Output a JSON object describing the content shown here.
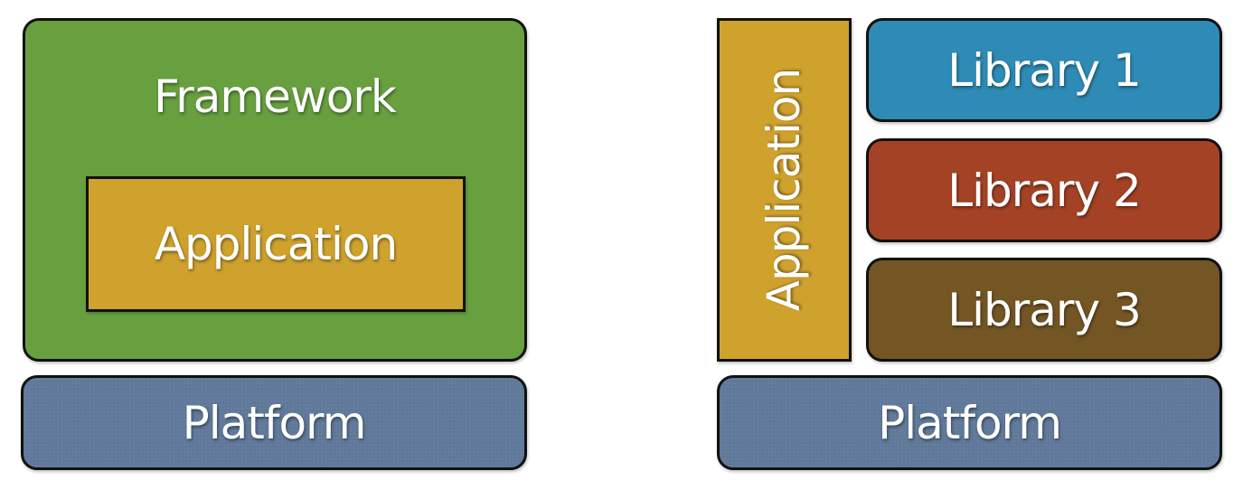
{
  "diagrams": {
    "framework_model": {
      "framework": {
        "label": "Framework",
        "color": "#68a040"
      },
      "application": {
        "label": "Application",
        "color": "#cfa22e"
      },
      "platform": {
        "label": "Platform",
        "color": "#60799a"
      }
    },
    "library_model": {
      "application": {
        "label": "Application",
        "color": "#cfa22e"
      },
      "libraries": [
        {
          "label": "Library 1",
          "color": "#2e8bb5"
        },
        {
          "label": "Library 2",
          "color": "#a44226"
        },
        {
          "label": "Library 3",
          "color": "#735624"
        }
      ],
      "platform": {
        "label": "Platform",
        "color": "#60799a"
      }
    }
  }
}
